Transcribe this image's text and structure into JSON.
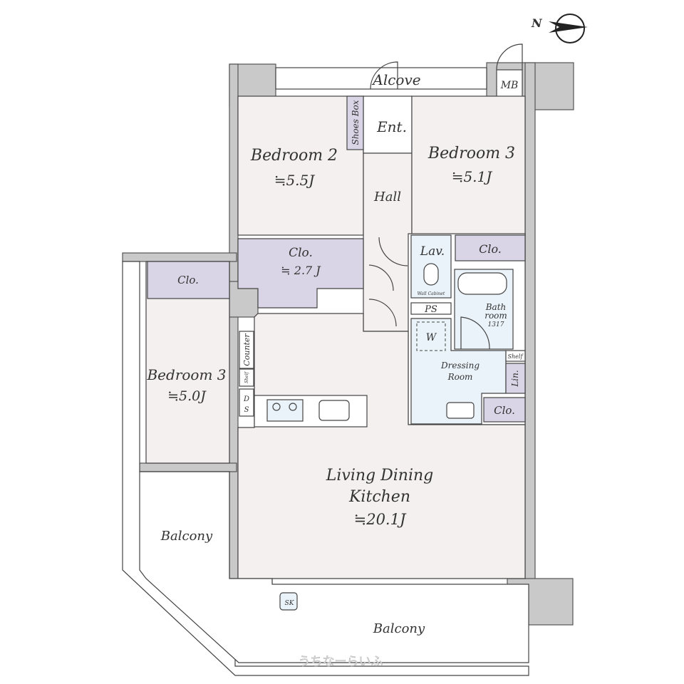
{
  "compass": {
    "label": "N"
  },
  "rooms": {
    "alcove": "Alcove",
    "mb": "MB",
    "shoes_box": "Shoes Box",
    "entrance": "Ent.",
    "hall": "Hall",
    "bedroom2": {
      "name": "Bedroom 2",
      "size": "≒5.5J"
    },
    "bedroom3_right": {
      "name": "Bedroom 3",
      "size": "≒5.1J"
    },
    "bedroom3_left": {
      "name": "Bedroom 3",
      "size": "≒5.0J"
    },
    "closet_center": {
      "name": "Clo.",
      "size": "≒ 2.7 J"
    },
    "closet_left": "Clo.",
    "closet_right": "Clo.",
    "closet_dressing": "Clo.",
    "lavatory": "Lav.",
    "wall_cabinet": "Wall Cabinet",
    "ps": "PS",
    "washer": "W",
    "bathroom": {
      "line1": "Bath",
      "line2": "room",
      "line3": "1317"
    },
    "shelf_bath": "Shelf",
    "linen": "Lin.",
    "dressing": {
      "line1": "Dressing",
      "line2": "Room"
    },
    "counter": "Counter",
    "shelf_kitchen": "Shelf",
    "ds": {
      "line1": "D",
      "line2": "S"
    },
    "ldk": {
      "line1": "Living Dining",
      "line2": "Kitchen",
      "size": "≒20.1J"
    },
    "balcony_left": "Balcony",
    "balcony_bottom": "Balcony",
    "sk": "SK"
  },
  "watermark": "うちなーらいふ",
  "colors": {
    "wall": "#c9c9c9",
    "room": "#f4f0ef",
    "closet": "#d9d5e6",
    "wet": "#eaf3fa"
  }
}
